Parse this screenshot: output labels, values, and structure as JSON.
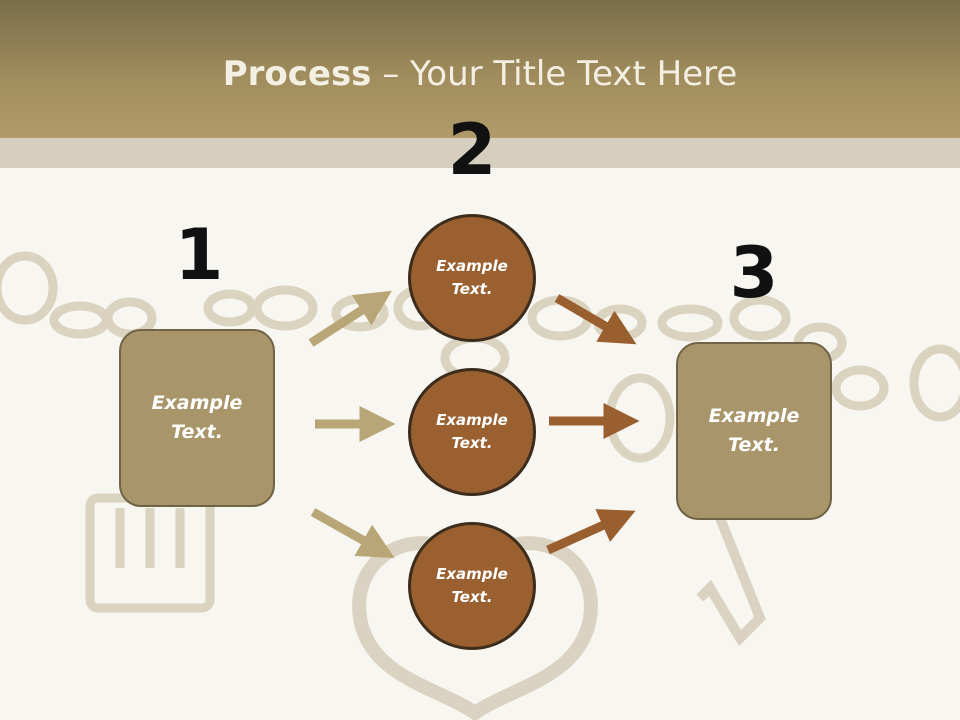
{
  "title": {
    "bold": "Process",
    "rest": " – Your Title Text Here"
  },
  "numbers": [
    "1",
    "2",
    "3"
  ],
  "left_box": {
    "line1": "Example",
    "line2": "Text."
  },
  "right_box": {
    "line1": "Example",
    "line2": "Text."
  },
  "circles": [
    {
      "line1": "Example",
      "line2": "Text."
    },
    {
      "line1": "Example",
      "line2": "Text."
    },
    {
      "line1": "Example",
      "line2": "Text."
    }
  ],
  "colors": {
    "header": "#a08c5c",
    "box_fill": "#a8956a",
    "circle_fill": "#9a6030",
    "arrow_left": "#b9a676",
    "arrow_right": "#9a5f2e"
  },
  "icons": [
    "chain-background-image",
    "arrow-icon"
  ]
}
